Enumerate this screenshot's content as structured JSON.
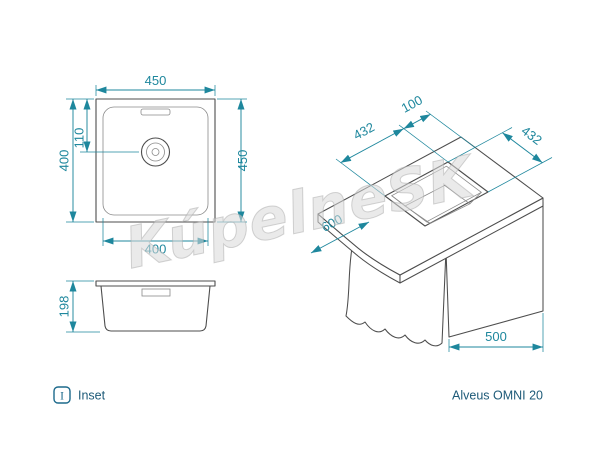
{
  "colors": {
    "dimension_teal": "#1e879d",
    "label_blue": "#1d5a78",
    "line_gray": "#4d4d4d",
    "watermark_gray": "#d9d9d9"
  },
  "top_view": {
    "overall_width": "450",
    "bowl_depth": "400",
    "drain_offset": "110",
    "overall_depth": "450",
    "bowl_width": "400"
  },
  "side_view": {
    "height": "198"
  },
  "installation_view": {
    "offset_to_edge": "100",
    "cutout_width": "432",
    "cutout_depth": "432",
    "worktop_depth": "600",
    "cabinet_width": "500"
  },
  "legend": {
    "symbol": "I",
    "label": "Inset"
  },
  "product": {
    "name": "Alveus OMNI 20"
  },
  "watermark": {
    "text": "KúpelneSK"
  }
}
